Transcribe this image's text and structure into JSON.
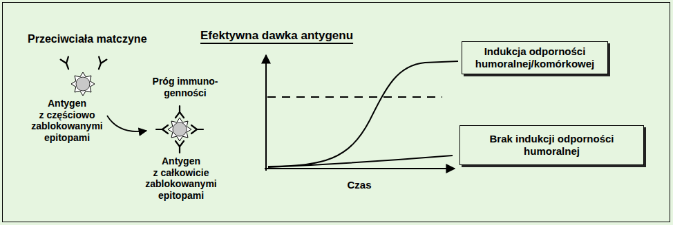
{
  "diagram": {
    "nodes": [
      {
        "text": [
          "Indukcja odporności humoralnej/komórkowej"
        ]
      },
      {
        "text": [
          "Brak indukcji odporności humoralnej"
        ]
      }
    ],
    "labels": [
      "Przeciwciała matczyne",
      "Antygen z częściowo zablokowanymi epitopami",
      "Próg immuno- genności",
      "Antygen z całkowicie zablokowanymi epitopami",
      "Efektywna dawka antygenu",
      "Czas"
    ]
  }
}
